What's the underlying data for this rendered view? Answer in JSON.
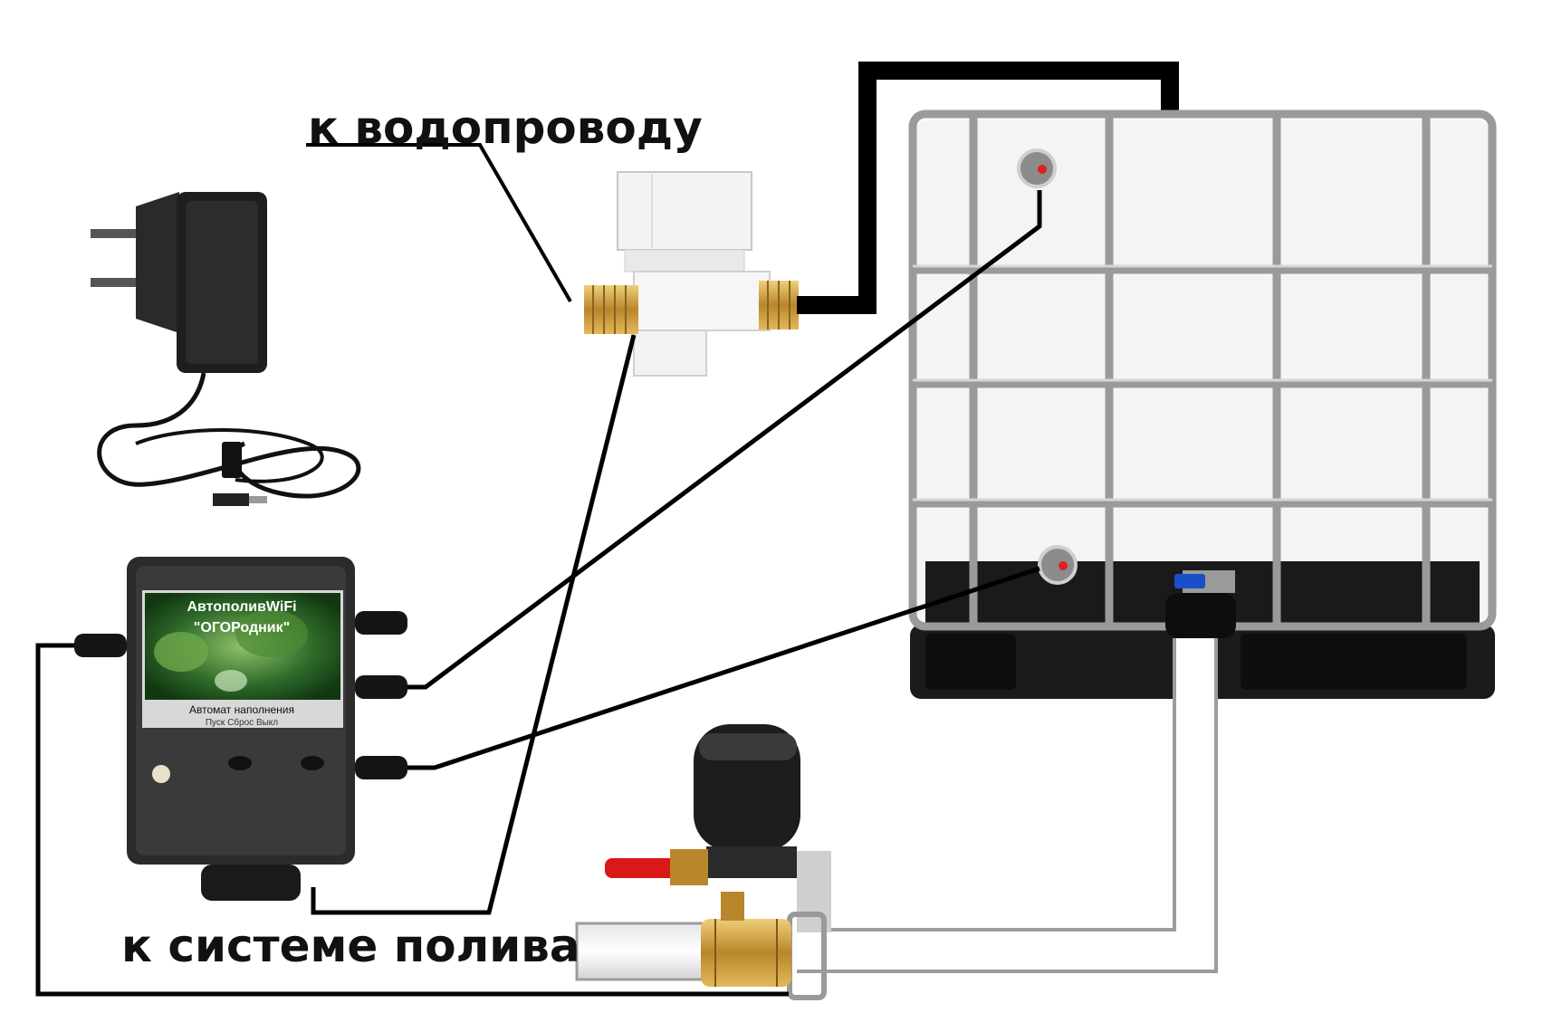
{
  "labels": {
    "to_water_supply": "к водопроводу",
    "to_irrigation": "к системе полива"
  },
  "controller": {
    "title_line1": "АвтополивWiFi",
    "title_line2": "\"ОГОРодник\"",
    "subtitle": "Автомат наполнения",
    "buttons_row": "Пуск Сброс Выкл"
  },
  "colors": {
    "wire": "#000000",
    "tank_body": "#f4f4f4",
    "cage": "#9a9a9a",
    "pallet": "#1b1b1b",
    "sensor_dot": "#e02020",
    "valve_handle": "#d91818",
    "tap_handle": "#1a4fc9",
    "brass": "#c99a3a",
    "panel_green": "#2f6b2a"
  },
  "components": [
    {
      "name": "power-adapter",
      "icon": "plug-icon"
    },
    {
      "name": "controller-box",
      "icon": "controller-icon"
    },
    {
      "name": "solenoid-valve",
      "icon": "solenoid-valve-icon"
    },
    {
      "name": "water-tank",
      "icon": "ibc-tank-icon"
    },
    {
      "name": "motorized-ball-valve",
      "icon": "motor-valve-icon"
    }
  ]
}
